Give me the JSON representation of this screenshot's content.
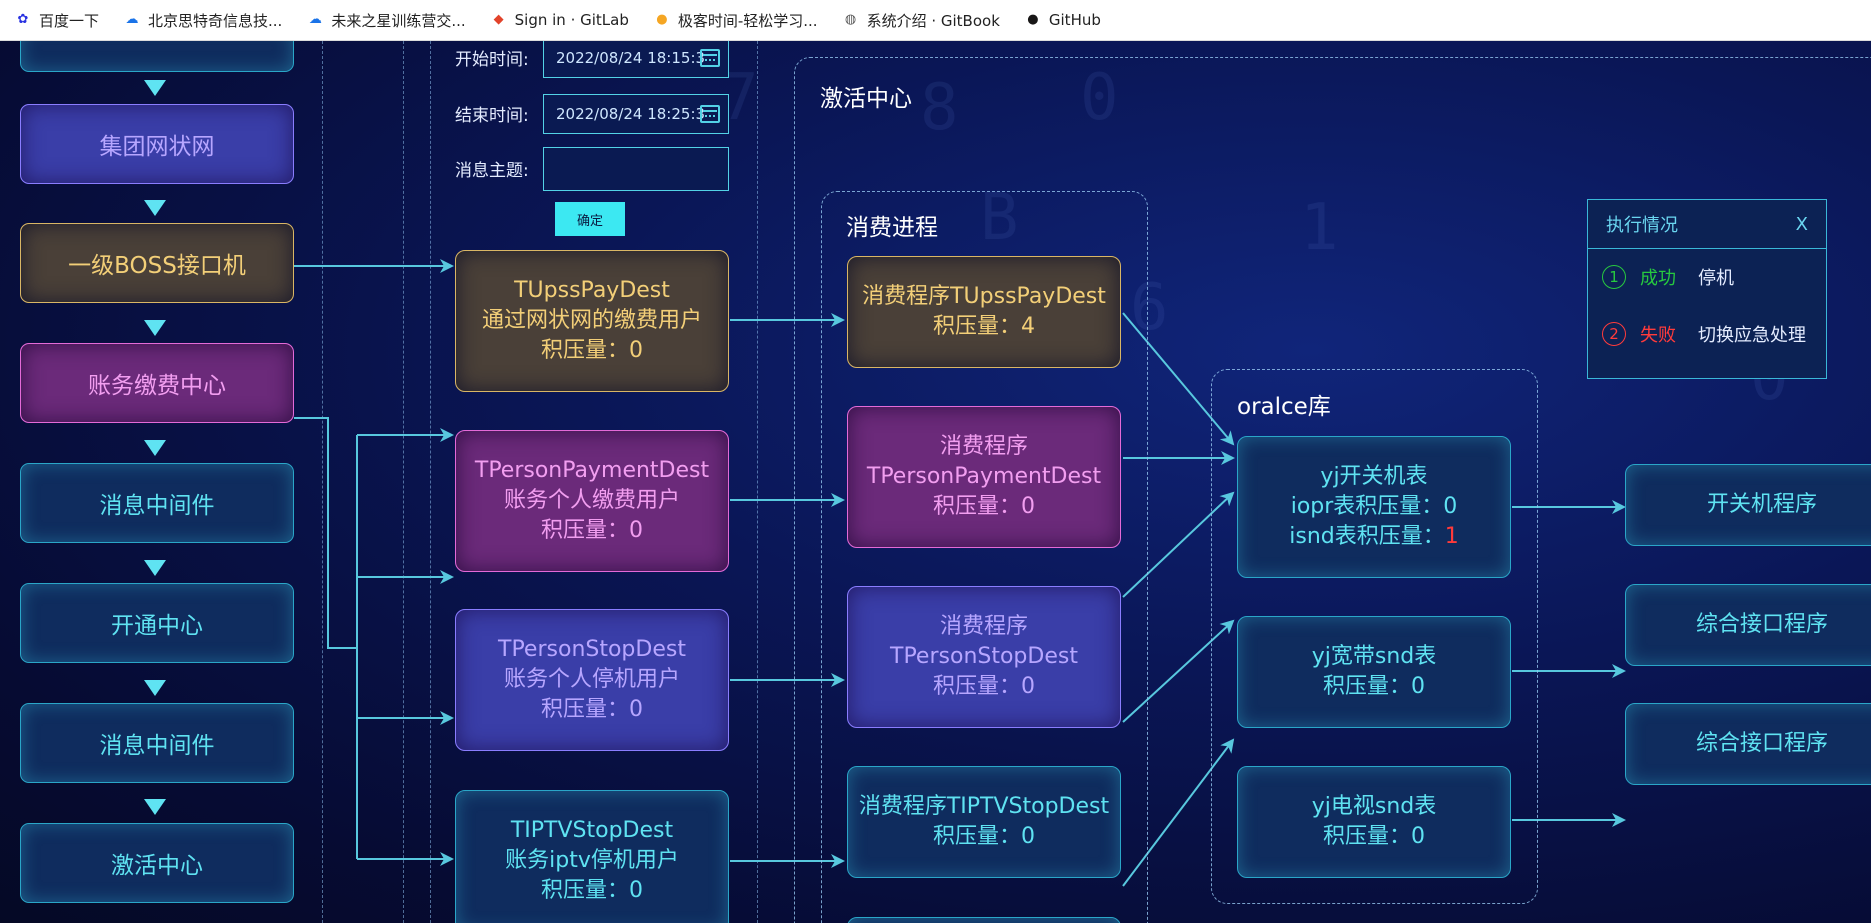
{
  "bookmarks": [
    {
      "label": "百度一下",
      "icon": "baidu-paw-icon",
      "color": "#2932e1"
    },
    {
      "label": "北京思特奇信息技...",
      "icon": "cloud-icon",
      "color": "#1a73e8"
    },
    {
      "label": "未来之星训练营交...",
      "icon": "cloud-icon",
      "color": "#1a73e8"
    },
    {
      "label": "Sign in · GitLab",
      "icon": "gitlab-icon",
      "color": "#e2432a"
    },
    {
      "label": "极客时间-轻松学习...",
      "icon": "geektime-icon",
      "color": "#f5a623"
    },
    {
      "label": "系统介绍 · GitBook",
      "icon": "globe-icon",
      "color": "#555555"
    },
    {
      "label": "GitHub",
      "icon": "github-icon",
      "color": "#181717"
    }
  ],
  "left_chain": [
    {
      "label": "",
      "style": "cyan"
    },
    {
      "label": "集团网状网",
      "style": "purple"
    },
    {
      "label": "一级BOSS接口机",
      "style": "gold"
    },
    {
      "label": "账务缴费中心",
      "style": "pink"
    },
    {
      "label": "消息中间件",
      "style": "cyan"
    },
    {
      "label": "开通中心",
      "style": "cyan"
    },
    {
      "label": "消息中间件",
      "style": "cyan"
    },
    {
      "label": "激活中心",
      "style": "cyan"
    }
  ],
  "form": {
    "start_label": "开始时间:",
    "start_value": "2022/08/24 18:15:3",
    "end_label": "结束时间:",
    "end_value": "2022/08/24 18:25:3",
    "topic_label": "消息主题:",
    "topic_value": "",
    "confirm_label": "确定"
  },
  "dests": [
    {
      "name": "TUpssPayDest",
      "desc": "通过网状网的缴费用户",
      "backlog": "积压量：0",
      "style": "gold"
    },
    {
      "name": "TPersonPaymentDest",
      "desc": "账务个人缴费用户",
      "backlog": "积压量：0",
      "style": "pink"
    },
    {
      "name": "TPersonStopDest",
      "desc": "账务个人停机用户",
      "backlog": "积压量：0",
      "style": "purple"
    },
    {
      "name": "TIPTVStopDest",
      "desc": "账务iptv停机用户",
      "backlog": "积压量：0",
      "style": "cyan"
    }
  ],
  "activation": {
    "title": "激活中心",
    "consume_title": "消费进程",
    "processes": [
      {
        "line1": "消费程序TUpssPayDest",
        "line2": "积压量：4",
        "style": "gold"
      },
      {
        "line1": "消费程序",
        "line2": "TPersonPaymentDest",
        "line3": "积压量：0",
        "style": "pink"
      },
      {
        "line1": "消费程序",
        "line2": "TPersonStopDest",
        "line3": "积压量：0",
        "style": "purple"
      },
      {
        "line1": "消费程序TIPTVStopDest",
        "line2": "积压量：0",
        "style": "cyan"
      }
    ],
    "db_title": "oralce库",
    "tables": [
      {
        "line1": "yj开关机表",
        "line2": "iopr表积压量：0",
        "line3_label": "isnd表积压量：",
        "line3_value": "1"
      },
      {
        "line1": "yj宽带snd表",
        "line2": "积压量：0"
      },
      {
        "line1": "yj电视snd表",
        "line2": "积压量：0"
      }
    ],
    "programs": [
      "开关机程序",
      "综合接口程序",
      "综合接口程序"
    ]
  },
  "exec_panel": {
    "title": "执行情况",
    "close": "X",
    "rows": [
      {
        "num": "1",
        "status": "成功",
        "action": "停机",
        "color": "#27c93f"
      },
      {
        "num": "2",
        "status": "失败",
        "action": "切换应急处理",
        "color": "#ff3b3b"
      }
    ]
  },
  "colors": {
    "accent": "#5fe3f2",
    "connector": "#58c8de"
  }
}
